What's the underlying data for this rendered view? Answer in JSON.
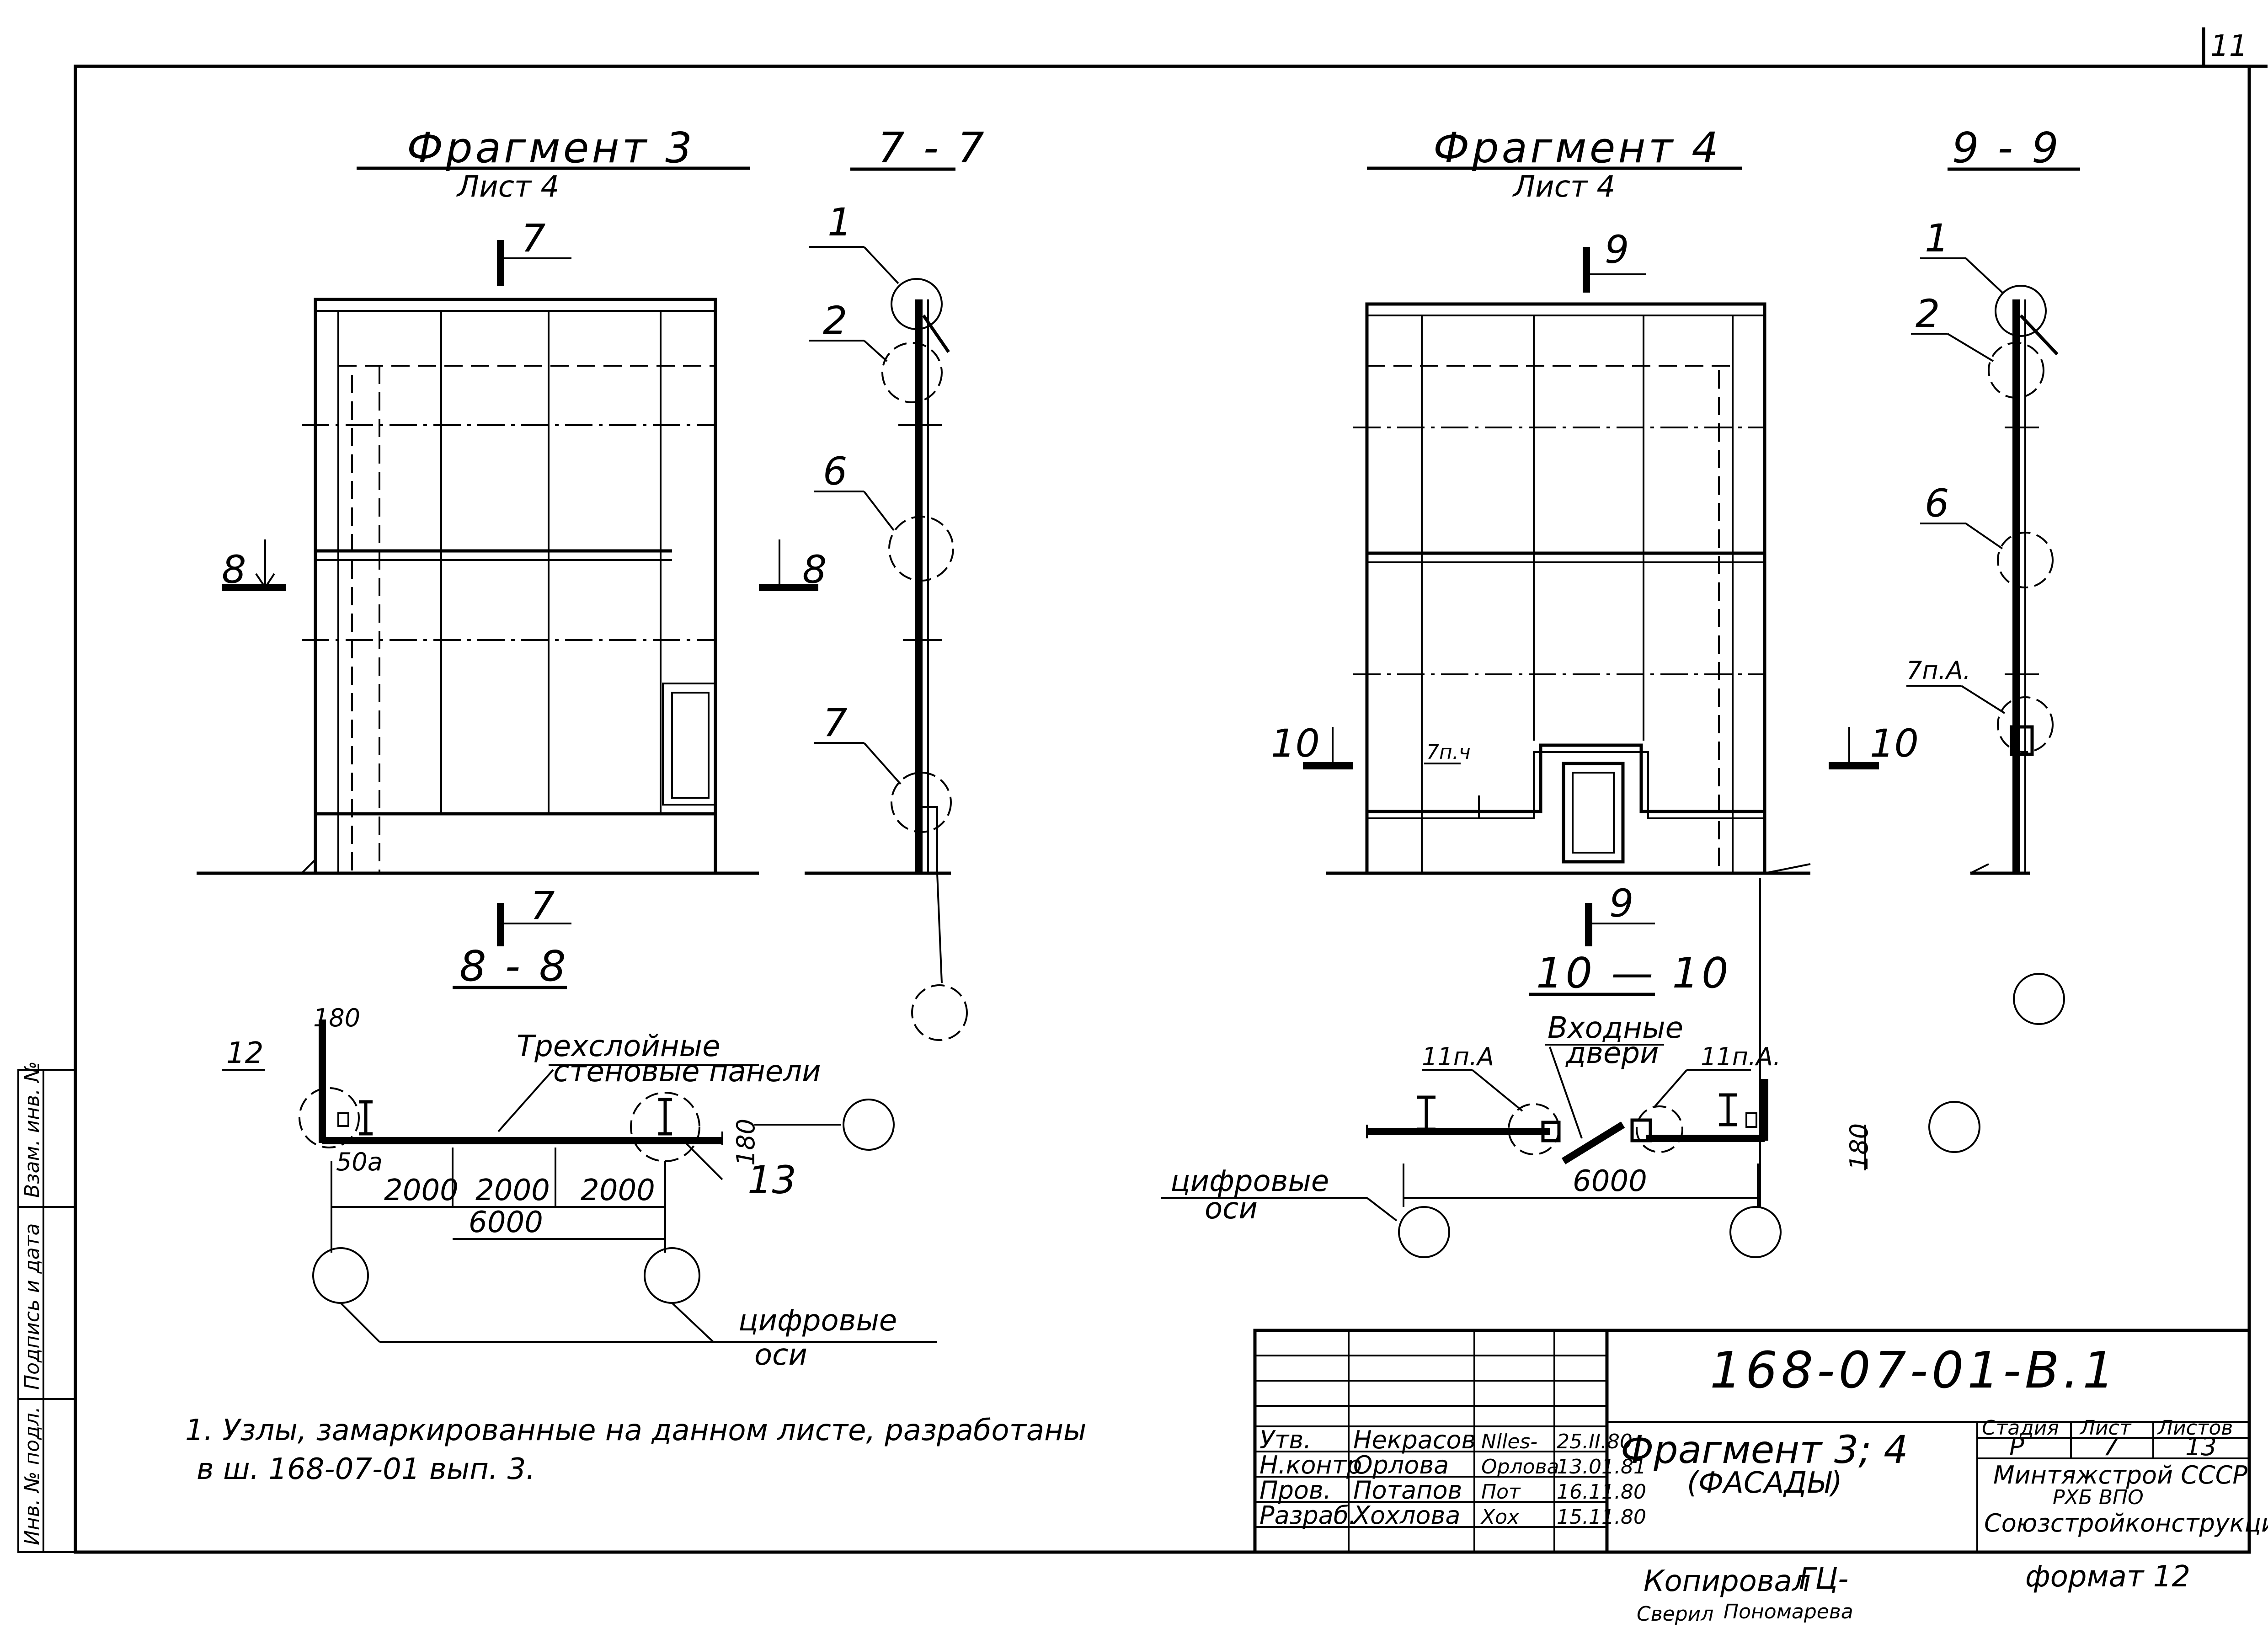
{
  "sheet_number": "11",
  "fragment3": {
    "title": "Фрагмент 3",
    "subtitle": "Лист 4",
    "section_cut": "7",
    "section_label": "7 - 7",
    "side_section_label": "8",
    "plan_label": "8 - 8",
    "plan_axis_label": "12",
    "plan_axis_label_right": "13",
    "callouts": [
      "1",
      "2",
      "6",
      "7"
    ],
    "panels_note_line1": "Трехслойные",
    "panels_note_line2": "стеновые панели",
    "dims": [
      "180",
      "50а",
      "2000",
      "2000",
      "2000",
      "6000",
      "180"
    ],
    "axes_note_line1": "цифровые",
    "axes_note_line2": "оси"
  },
  "fragment4": {
    "title": "Фрагмент 4",
    "subtitle": "Лист 4",
    "section_cut": "9",
    "section_label": "9 - 9",
    "side_section_label": "10",
    "plan_label": "10 — 10",
    "callouts": [
      "1",
      "2",
      "6",
      "7п.А."
    ],
    "facade_note": "7п.ч",
    "doors_note_line1": "Входные",
    "doors_note_line2": "двери",
    "node_left": "11п.А",
    "node_right": "11п.А.",
    "dims": [
      "6000",
      "180"
    ],
    "axes_note_line1": "цифровые",
    "axes_note_line2": "оси"
  },
  "note": {
    "line1": "1. Узлы, замаркированные на данном листе, разработаны",
    "line2": "в ш. 168-07-01   вып. 3."
  },
  "side_stamp": {
    "fields": [
      "Инв. № подл.",
      "Подпись и дата",
      "Взам. инв. №"
    ]
  },
  "title_block": {
    "code": "168-07-01-В.1",
    "drawing_title_line1": "Фрагмент  3; 4",
    "drawing_title_line2": "(ФАСАДЫ)",
    "stage_header": "Стадия",
    "sheet_header": "Лист",
    "sheets_header": "Листов",
    "stage": "Р",
    "sheet": "7",
    "sheets": "13",
    "org_line1": "Минтяжстрой СССР",
    "org_line2": "РХБ ВПО",
    "org_line3": "Союзстройконструкция",
    "signers": [
      {
        "role": "Утв.",
        "name": "Некрасов",
        "sign": "Nlles-",
        "date": "25.II.80"
      },
      {
        "role": "Н.контр",
        "name": "Орлова",
        "sign": "Орлова",
        "date": "13.01.81"
      },
      {
        "role": "Пров.",
        "name": "Потапов",
        "sign": "Пот",
        "date": "16.11.80"
      },
      {
        "role": "Разраб.",
        "name": "Хохлова",
        "sign": "Хох",
        "date": "15.11.80"
      }
    ]
  },
  "copy_stamp": {
    "copied_label": "Копировал",
    "copied_sign": "ГЦ-",
    "checked_label": "Сверил",
    "checked_name": "Пономарева",
    "format": "формат 12"
  }
}
